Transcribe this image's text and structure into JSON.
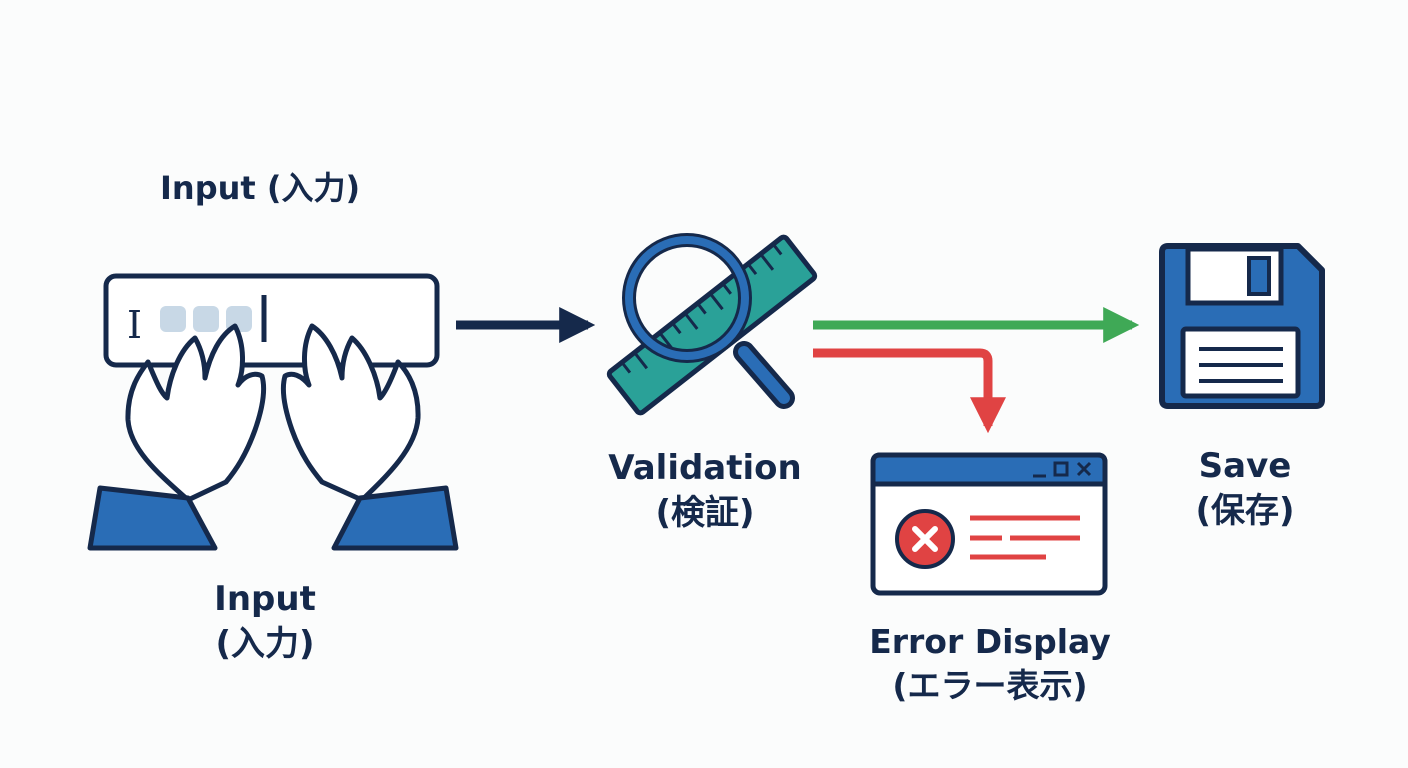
{
  "title": "Input (入力)",
  "steps": {
    "input": {
      "label": "Input",
      "sub": "(入力)",
      "cursor_glyph": "I"
    },
    "validation": {
      "label": "Validation",
      "sub": "(検証)"
    },
    "save": {
      "label": "Save",
      "sub": "(保存)"
    },
    "error": {
      "label": "Error Display",
      "sub": "(エラー表示)"
    }
  },
  "icons": [
    "keyboard-hands-icon",
    "magnifier-ruler-icon",
    "floppy-disk-icon",
    "error-window-icon"
  ],
  "colors": {
    "navy": "#15294b",
    "blue": "#2a6db6",
    "teal": "#2aa198",
    "green": "#3fa956",
    "red": "#e04343"
  }
}
